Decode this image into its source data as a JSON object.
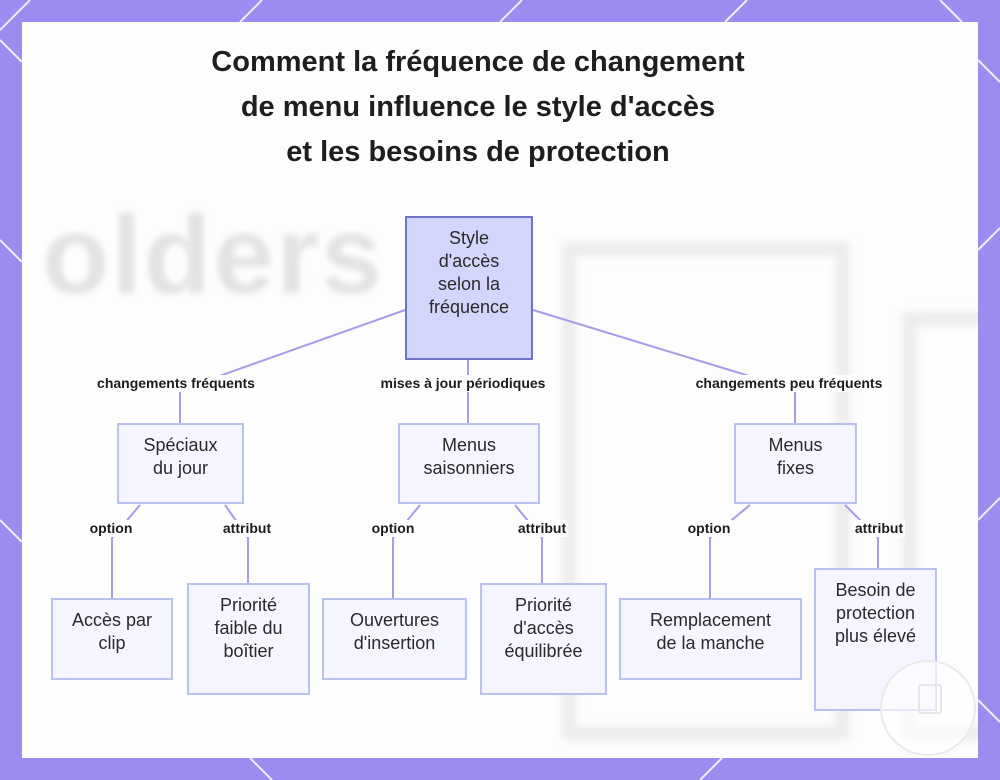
{
  "title_lines": [
    "Comment la fréquence de changement",
    "de menu influence le style d'accès",
    "et les besoins de protection"
  ],
  "background_word": "olders",
  "root": {
    "lines": [
      "Style",
      "d'accès",
      "selon la",
      "fréquence"
    ]
  },
  "branches": [
    {
      "edge_label": "changements fréquents",
      "lines": [
        "Spéciaux",
        "du jour"
      ],
      "option": {
        "edge_label": "option",
        "lines": [
          "Accès par",
          "clip"
        ]
      },
      "attribute": {
        "edge_label": "attribut",
        "lines": [
          "Priorité",
          "faible du",
          "boîtier"
        ]
      }
    },
    {
      "edge_label": "mises à jour périodiques",
      "lines": [
        "Menus",
        "saisonniers"
      ],
      "option": {
        "edge_label": "option",
        "lines": [
          "Ouvertures",
          "d'insertion"
        ]
      },
      "attribute": {
        "edge_label": "attribut",
        "lines": [
          "Priorité",
          "d'accès",
          "équilibrée"
        ]
      }
    },
    {
      "edge_label": "changements peu fréquents",
      "lines": [
        "Menus",
        "fixes"
      ],
      "option": {
        "edge_label": "option",
        "lines": [
          "Remplacement",
          "de la manche"
        ]
      },
      "attribute": {
        "edge_label": "attribut",
        "lines": [
          "Besoin de",
          "protection",
          "plus élevé"
        ]
      }
    }
  ],
  "colors": {
    "frame": "#9b8cf0",
    "connector": "#a89be8",
    "root_fill": "#d3d6fa",
    "root_border": "#6c73c9",
    "node_fill": "#f4f5fe",
    "node_border": "#b9c2ee"
  }
}
